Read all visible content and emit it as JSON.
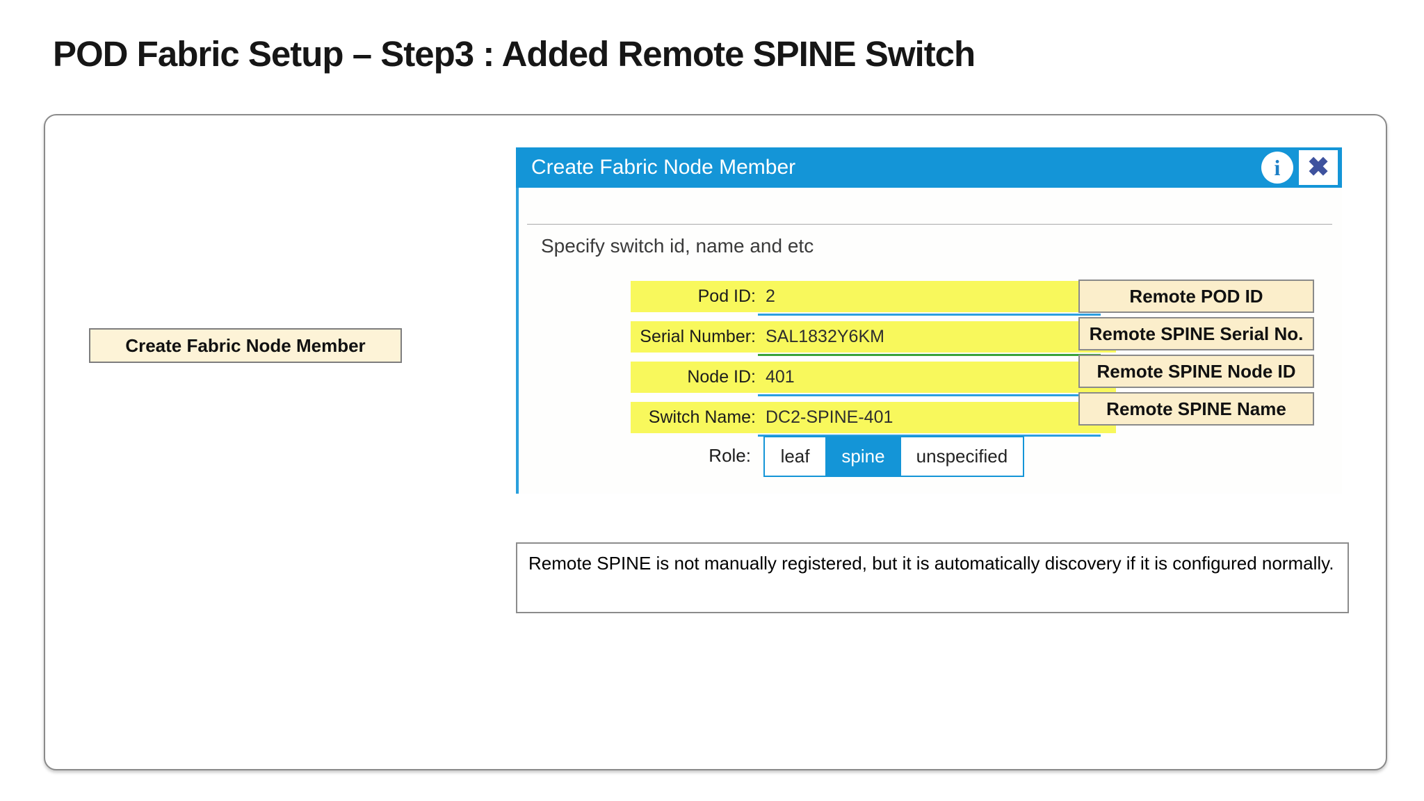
{
  "slide": {
    "title": "POD Fabric Setup – Step3 : Added Remote SPINE Switch"
  },
  "flow": {
    "create_node_label": "Create Fabric Node Member"
  },
  "dialog": {
    "title": "Create Fabric Node Member",
    "info_icon_glyph": "i",
    "close_icon_glyph": "✖",
    "section_heading": "Specify switch id, name and etc",
    "fields": [
      {
        "label": "Pod ID:",
        "value": "2",
        "underline_color": "#2b9fe0",
        "callout": "Remote POD ID"
      },
      {
        "label": "Serial Number:",
        "value": "SAL1832Y6KM",
        "underline_color": "#3aa33a",
        "callout": "Remote SPINE Serial No."
      },
      {
        "label": "Node ID:",
        "value": "401",
        "underline_color": "#2b9fe0",
        "callout": "Remote SPINE Node ID"
      },
      {
        "label": "Switch Name:",
        "value": "DC2-SPINE-401",
        "underline_color": "#2b9fe0",
        "callout": "Remote SPINE Name"
      }
    ],
    "role": {
      "label": "Role:",
      "options": [
        "leaf",
        "spine",
        "unspecified"
      ],
      "selected": "spine"
    }
  },
  "note": {
    "text": "Remote SPINE is not manually registered, but it is automatically discovery if it is configured normally."
  },
  "colors": {
    "header_blue": "#1495d7",
    "body_border_blue": "#2aa0dc",
    "highlight_yellow": "#f8f85c",
    "callout_cream": "#fbeecb",
    "button_cream": "#fdf3d7",
    "underline_blue": "#2b9fe0",
    "underline_green": "#3aa33a",
    "close_x_navy": "#3e529e",
    "info_icon_blue": "#1d7fc6",
    "border_gray": "#8a8a8a"
  }
}
